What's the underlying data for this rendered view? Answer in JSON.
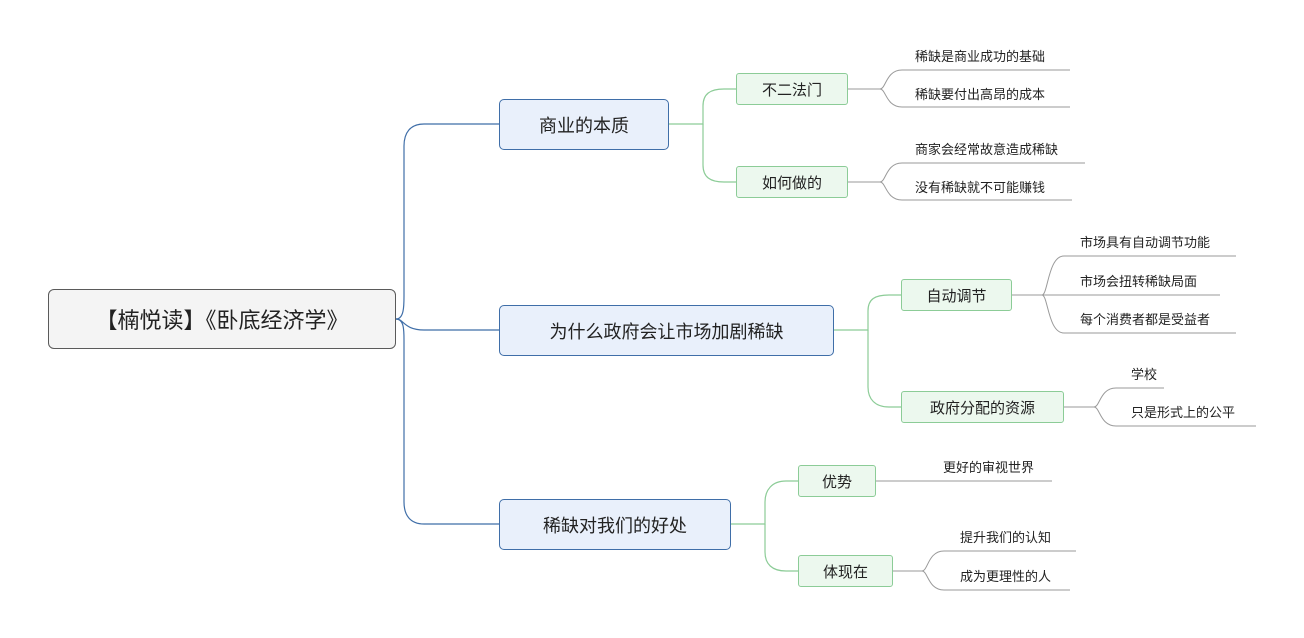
{
  "root": {
    "label": "【楠悦读】《卧底经济学》"
  },
  "branches": [
    {
      "label": "商业的本质",
      "children": [
        {
          "label": "不二法门",
          "leaves": [
            "稀缺是商业成功的基础",
            "稀缺要付出高昂的成本"
          ]
        },
        {
          "label": "如何做的",
          "leaves": [
            "商家会经常故意造成稀缺",
            "没有稀缺就不可能赚钱"
          ]
        }
      ]
    },
    {
      "label": "为什么政府会让市场加剧稀缺",
      "children": [
        {
          "label": "自动调节",
          "leaves": [
            "市场具有自动调节功能",
            "市场会扭转稀缺局面",
            "每个消费者都是受益者"
          ]
        },
        {
          "label": "政府分配的资源",
          "leaves": [
            "学校",
            "只是形式上的公平"
          ]
        }
      ]
    },
    {
      "label": "稀缺对我们的好处",
      "children": [
        {
          "label": "优势",
          "leaves": [
            "更好的审视世界"
          ]
        },
        {
          "label": "体现在",
          "leaves": [
            "提升我们的认知",
            "成为更理性的人"
          ]
        }
      ]
    }
  ],
  "colors": {
    "root_line": "#3f6ea8",
    "branch_line": "#8ccc97",
    "leaf_line": "#9a9a9a"
  }
}
